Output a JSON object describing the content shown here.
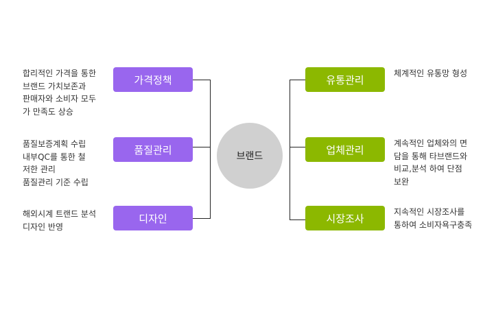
{
  "center": "브랜드",
  "left": [
    {
      "label": "가격정책",
      "desc": "합리적인 가격을 통한\n브랜드 가치보존과\n판매자와 소비자 모두\n가 만족도 상승"
    },
    {
      "label": "품질관리",
      "desc": "품질보증계획 수립\n내부QC를 통한 철\n저한 관리\n품질관리 기준 수립"
    },
    {
      "label": "디자인",
      "desc": "해외시계 트랜드 분석\n디자인 반영"
    }
  ],
  "right": [
    {
      "label": "유통관리",
      "desc": "체계적인 유통망 형성"
    },
    {
      "label": "업체관리",
      "desc": "계속적인 업체와의 면\n담을 통해 타브랜드와\n비교,분석 하여 단점\n보완"
    },
    {
      "label": "시장조사",
      "desc": "지속적인 시장조사를\n통하여 소비자욕구충족"
    }
  ],
  "colors": {
    "left": "#9966ee",
    "right": "#8cb800",
    "center": "#d0d0d0"
  }
}
